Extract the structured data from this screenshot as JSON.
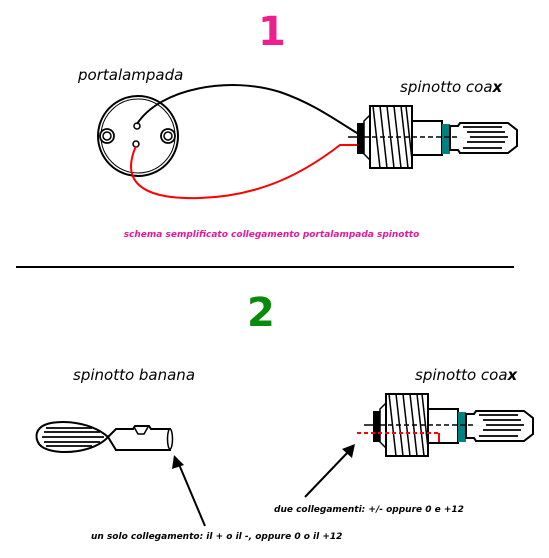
{
  "section1": {
    "number": "1",
    "label_lampholder": "portalampada",
    "label_coax_prefix": "spinotto coa",
    "label_coax_suffix": "x",
    "caption": "schema semplificato collegamento portalampada spinotto"
  },
  "section2": {
    "number": "2",
    "label_banana": "spinotto banana",
    "label_coax_prefix": "spinotto coa",
    "label_coax_suffix": "x",
    "note_coax": "due collegamenti: +/- oppure 0 e +12",
    "note_banana": "un solo collegamento:  il + o il -, oppure 0 o il +12"
  },
  "colors": {
    "number1": "#ee1e8f",
    "number2": "#0a8a0a",
    "caption": "#e8189a",
    "red_wire": "#ff0000",
    "teal_ring": "#008080"
  }
}
